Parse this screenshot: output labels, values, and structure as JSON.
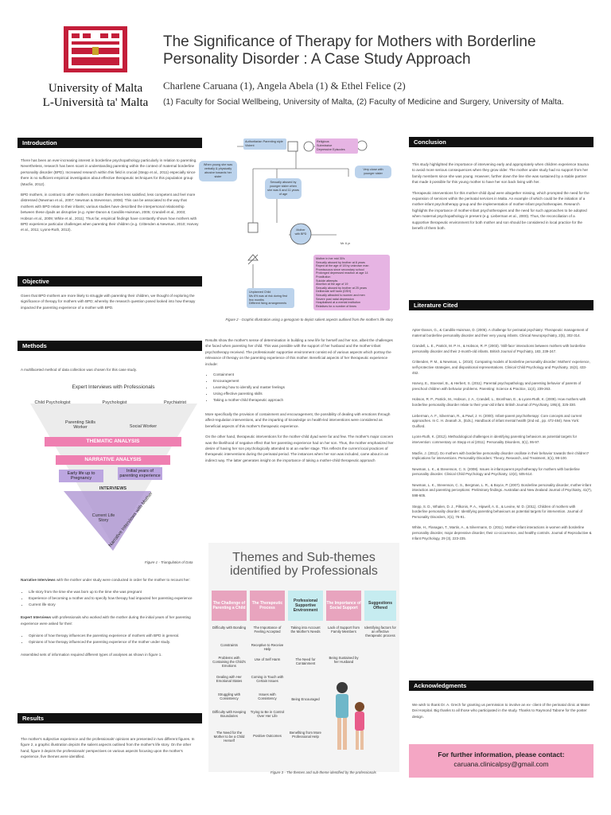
{
  "header": {
    "university_en": "University of Malta",
    "university_mt": "L-Università ta' Malta",
    "title_line1": "The Significance of Therapy for Mothers with Borderline",
    "title_line2": "Personality Disorder : A Case Study Approach",
    "authors": "Charlene Caruana (1), Angela Abela (1) & Ethel Felice (2)",
    "affiliations": "(1) Faculty for Social Wellbeing, University of Malta,  (2) Faculty of Medicine and Surgery, University of Malta."
  },
  "introduction": {
    "heading": "Introduction",
    "p1": "There has been an ever-increasing interest in borderline psychopathology particularly in relation to parenting. Nevertheless, research has been scant in understanding parenting within the context of maternal borderline personality disorder (BPD). Increased research within this field is crucial (Stepp et al., 2011) especially since there is no sufficient empirical investigation about effective therapeutic techniques for this population group (Macfie, 2012).",
    "p2": "BPD mothers, in contrast to other mothers consider themselves less satisfied, less competent and feel more distressed (Newman et al., 2007; Newman & Stevenson, 2008). This can be associated to the way that mothers with BPD relate to their infants; various studies have described the interpersonal relationship between these dyads as disruptive (e.g. Apter-Danon & Candilis-Huisman, 2005; Crandell et al., 2003; Hobson et al., 2009; White et al., 2011). Thus far, empirical findings have constantly shown how mothers with BPD experience particular challenges when parenting their children (e.g. Crittenden & Newman, 2010; Harvey et al., 2011; Lyons-Ruth, 2012)."
  },
  "objective": {
    "heading": "Objective",
    "p1": "Given that BPD mothers are more likely to struggle with parenting their children, we thought of exploring the significance of therapy for mothers with BPD; whereby the research question posed looked into how therapy impacted the parenting experience of a mother with BPD."
  },
  "methods": {
    "heading": "Methods",
    "p1": "A multifaceted method of data collection was chosen for this case study.",
    "fig_title": "Expert Interviews with Professionals",
    "fig_roles": [
      "Child Psychologist",
      "Psychologist",
      "Psychiatrist",
      "Parenting Skills Worker",
      "Social Worker"
    ],
    "band1": "THEMATIC ANALYSIS",
    "band2": "NARRATIVE ANALYSIS",
    "tri_left": "Early life up to Pregnancy",
    "tri_right": "Initial years of parenting experience",
    "tri_mid": "INTERVIEWS",
    "tri_bottom": "Current Life Story",
    "tri_side": "Narrative Interviews with Mother",
    "fig_caption": "Figure 1 - Triangulation of Data",
    "narrative_lead": "Narrative Interviews",
    "narrative_text": " with the mother under study were conducted in order for the mother to recount her:",
    "narrative_items": [
      "Life story from the time she was born up to the time she was pregnant",
      "Experience of becoming a mother and to specify how therapy had impacted her parenting experience",
      "Current life story"
    ],
    "expert_lead": "Expert Interviews",
    "expert_text": " with professionals who worked with the mother during  the initial years of her parenting experience were asked for their:",
    "expert_items": [
      "Opinions of how therapy influences the parenting experience of mothers with BPD in general.",
      "Opinions of how therapy influenced the parenting experience of the mother under study."
    ],
    "closing": "Assembled sets of information required different types of analyses as shown in figure 1."
  },
  "results": {
    "heading": "Results",
    "p1": "The mother's subjective experience and the professionals' opinions are presented in two different figures. In figure 2, a graphic illustration depicts the salient aspects outlined from the mother's life story. On the other hand, figure 3 depicts the professionals' perspectives on various aspects focusing upon the mother's experience, five themes were identified."
  },
  "genogram": {
    "box_father": [
      "Authoritarian Parenting style",
      "Violent"
    ],
    "box_mother": [
      "Religious",
      "Submissive",
      "Depressive Episodes"
    ],
    "left_note": "When young she was verbally & physically abusive towards her sister",
    "mid_note": "Sexually abused by younger sister when she was 6 and 11 years of age",
    "right_note": "Very close with younger sister",
    "center": "Mother with BPD",
    "age_label": "Mr. 6 yr",
    "list_right": [
      "Mother in her mid 30's",
      "Sexually abused by brother at 8 years",
      "Raped at the age of 18 by unknown man",
      "Promiscuous since secondary school",
      "Prolonged depressed reaction at age 14",
      "Prostitution",
      "Suicide attempts",
      "Abortion at the age of 19",
      "Sexually abused by brother at 25 years",
      "Deliberate self harm (DSH)",
      "Sexually attracted to women and men",
      "Severe post natal depression",
      "Hospitalised at a mental institution",
      "Relatives for a number of times"
    ],
    "list_left": [
      "Unplanned Child",
      "Ms 6% was at risk during first few months",
      "Different living arrangements"
    ],
    "caption": "Figure 2 -  Graphic Illustration using a genogram to depict salient aspects outlined from the mother's life story"
  },
  "middle": {
    "p1": "Results show the mother's sense of determination in building a new life for herself and her son, albeit the challenges she faced when parenting her child. This was possible with the support of her husband and the mother-infant psychotherapy received. The professionals' supportive environment consist ed of various aspects which portray the relevance of  therapy on the parenting experience of this mother. Beneficial aspects of her therapeutic experience include:",
    "items": [
      "Containment",
      "Encouragement",
      "Learning how to identify and master feelings",
      "Using effective parenting skills",
      "Taking a mother-child therapeutic approach"
    ],
    "p2": "More specifically the provision of containment and encouragement, the possibility of dealing with emotions through affect-regulation interventions, and the imparting of knowledge on health-led interventions were considered as beneficial aspects of this mother's therapeutic experience.",
    "p3": "On the other hand, therapeutic interventions for the mother-child dyad were far and few. The mother's major concern was the likelihood of negative effect that her parenting experience had on her son. Thus, the mother emphasized her desire of having her son psychologically attended to at an earlier stage.  This reflects the current local practices of therapeutic interventions during the perinatal period. The instances when her son was included, came about in an indirect way. The latter generates insight on the importance of taking a mother-child therapeutic approach"
  },
  "themes": {
    "title_line1": "Themes and Sub-themes",
    "title_line2": "identified by Professionals",
    "columns": [
      {
        "header": "The Challenge of Parenting a Child",
        "items": [
          "Difficulty with Bonding",
          "Constraints",
          "Problems with Containing the Child's Emotions",
          "Dealing with Her Emotional States",
          "Struggling with Consistency",
          "Difficulty with Keeping Boundaries",
          "The Need for the Mother to be a Child Herself"
        ]
      },
      {
        "header": "The Therapeutic Process",
        "items": [
          "The Importance of Feeling Accepted",
          "Receptive to Receive Help",
          "Use of Self Harm",
          "Coming in Touch with Certain Issues",
          "Issues with Consistency",
          "Trying to Be in Control Over Her Life",
          "Positive Outcomes"
        ]
      },
      {
        "header": "Professional Supportive Environment",
        "items": [
          "Taking into Account the Mother's Needs",
          "The Need for Containment",
          "Being Encouraged",
          "Benefiting from More Professional Help"
        ]
      },
      {
        "header": "The Importance of Social Support",
        "items": [
          "Lack of Support from Family Members",
          "Being Sustained by her Husband"
        ]
      },
      {
        "header": "Suggestions Offered",
        "items": [
          "Identifying factors for an effective therapeutic process"
        ]
      }
    ],
    "caption": "Figure 3 -  The themes and sub-theme identified by the professionals"
  },
  "conclusion": {
    "heading": "Conclusion",
    "p1": "This study highlighted the importance of intervening early and appropriately when children experience trauma to avoid more serious consequences when they grow older. The mother under study had no support from her family members since she was young. However, further down the line she was sustained by a stable partner that made it possible for this young mother to have her son back living with her.",
    "p2": "Therapeutic interventions for this mother-child dyad were altogether missing, which prompted the need for the expansion of services within the perinatal services in Malta. An example of which could be the initiation of a mother-infant psychotherapy group and the implementation of mother-infant psychotherapies. Research highlights the importance of mother-infant psychotherapies and the need for such approaches to be adopted when maternal psychopathology is present (e.g. Lieberman et al., 2000). Thus, the reconciliation of a supportive therapeutic environment for both mother and son should be considered in local practice for the benefit of them both."
  },
  "literature": {
    "heading": "Literature Cited",
    "refs": [
      "Apter-Danon, G., & Candilis-Huisman, D. (2005). A challenge for perinatal psychiatry: Therapeutic management of maternal borderline personality disorder and their very young infants. Clinical Neuropsychiatry, 2(5), 302-314.",
      "Crandell, L. E., Patrick, M. P. H., & Hobson, R. P. (2003). 'Still-face' interactions between mothers with borderline personality disorder and their 2-month-old infants. British Journal of Psychiatry, 183, 239-247.",
      "Crittenden, P. M., & Newman, L. (2010). Comparing models of borderline personality disorder: Mothers' experience, self-protective strategies, and dispositional representations. Clinical Child Psychology and Psychiatry, 15(3), 433-452.",
      "Harvey, E., Stoessel, B., & Herbert, S. (2011). Parental psychopathology and parenting behavior of parents of preschool children with behavior problems. Parenting: Science & Practice, 11(4), 239-263.",
      "Hobson, R. P., Patrick, M., Hobson, J. A., Crandell, L., Bronfman, E., & Lyons-Ruth, K. (2009). How mothers with borderline personality disorder relate to their year-old infant. British Journal of Psychiatry, 195(4), 325-330.",
      "Lieberman, A. F., Silverman, R., & Pawl, J. H. (2000). Infant-parent psychotherapy: Core concepts and current approaches. In C. H. Zeanah Jr., (Eds.), Handbook of infant mental health (2nd ed., pp. 472-484). New York: Guilford.",
      "Lyons-Ruth, K. (2012). Methodological challenges in identifying parenting behaviors as potential targets for intervention: commentary on Stepp et al (2011). Personality Disorders, 3(1), 95-97.",
      "Macfie, J. (2012). Do mothers with borderline personality disorder oscillate in their behavior towards their children? Implications for interventions. Personality Disorders: Theory, Research, and Treatment, 3(1), 98-100.",
      "Newman, L. K., & Stevenson, C. S. (2008). Issues in infant-parent psychotherapy for mothers with borderline personality disorder. Clinical Child Psychology and Psychiatry, 13(4), 505-514.",
      "Newman, L. K., Stevenson, C. S., Bergman, L. R., & Boyce, P. (2007). Borderline personality disorder, mother-infant interaction and parenting perceptions: Preliminary findings. Australian and New Zealand Journal of Psychiatry, 41(7), 598-605.",
      "Stepp, S. D., Whalen, D. J., Pilkonis, P. A., Hipwell, A. E., & Levine, M. D. (2011). Children of mothers with borderline personality disorder: Identifying parenting behaviours as potential targets for intervention. Journal of Personality Disorders, 3(1), 76-91.",
      "White, H., Flanagan, T., Martin, A., & Silvermann, D. (2011). Mother-infant interactions in women with borderline personality disorder, major depressive disorder, their co-occurrence, and healthy controls. Journal of Reproductive & Infant Psychology, 29 (3), 223-235."
    ]
  },
  "acknowledgments": {
    "heading": "Acknowledgments",
    "p1": "We wish to thank Dr. A. Grech for granting us permission to involve an ex- client of the perinatal clinic at Mater Dei Hospital. Big thanks to all those who participated in the study. Thanks to Raymond Tabone for the poster design."
  },
  "contact": {
    "line1": "For further information, please contact:",
    "email": "caruana.clinicalpsy@gmail.com"
  }
}
